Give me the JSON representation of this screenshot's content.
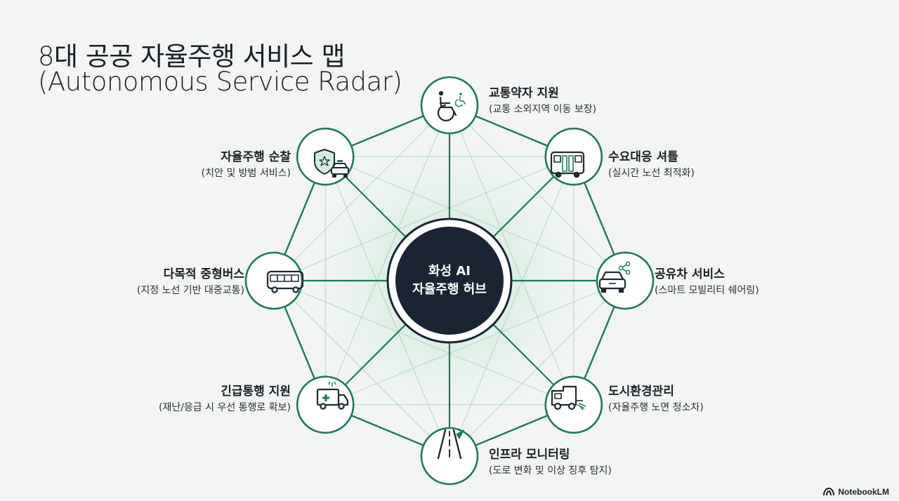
{
  "title": {
    "line1": "8대 공공 자율주행 서비스 맵",
    "line2": "(Autonomous Service Radar)"
  },
  "hub": {
    "line1": "화성 AI",
    "line2": "자율주행 허브"
  },
  "nodes": [
    {
      "id": "mobility-assist",
      "icon": "wheelchair-icon",
      "name": "교통약자 지원",
      "desc": "(교통 소외지역 이동 보장)"
    },
    {
      "id": "drt-shuttle",
      "icon": "shuttle-bus-icon",
      "name": "수요대응 셔틀",
      "desc": "(실시간 노선 최적화)"
    },
    {
      "id": "car-sharing",
      "icon": "shared-car-icon",
      "name": "공유차 서비스",
      "desc": "(스마트 모빌리티 쉐어링)"
    },
    {
      "id": "city-cleaning",
      "icon": "street-sweeper-icon",
      "name": "도시환경관리",
      "desc": "(자율주행 노면 청소차)"
    },
    {
      "id": "infra-monitoring",
      "icon": "road-icon",
      "name": "인프라 모니터링",
      "desc": "(도로 변화 및 이상 징후 탐지)"
    },
    {
      "id": "emergency-support",
      "icon": "ambulance-icon",
      "name": "긴급통행 지원",
      "desc": "(재난/응급 시 우선 통행로 확보)"
    },
    {
      "id": "multi-bus",
      "icon": "bus-icon",
      "name": "다목적 중형버스",
      "desc": "(지정 노선 기반 대중교통)"
    },
    {
      "id": "patrol",
      "icon": "patrol-shield-car-icon",
      "name": "자율주행 순찰",
      "desc": "(치안 및 방범 서비스)"
    }
  ],
  "footer": {
    "brand": "NotebookLM"
  },
  "colors": {
    "accent": "#1f7a57",
    "accent_light": "#9fcfb8",
    "hub_fill": "#1a2433",
    "background": "#f3f4f4"
  }
}
